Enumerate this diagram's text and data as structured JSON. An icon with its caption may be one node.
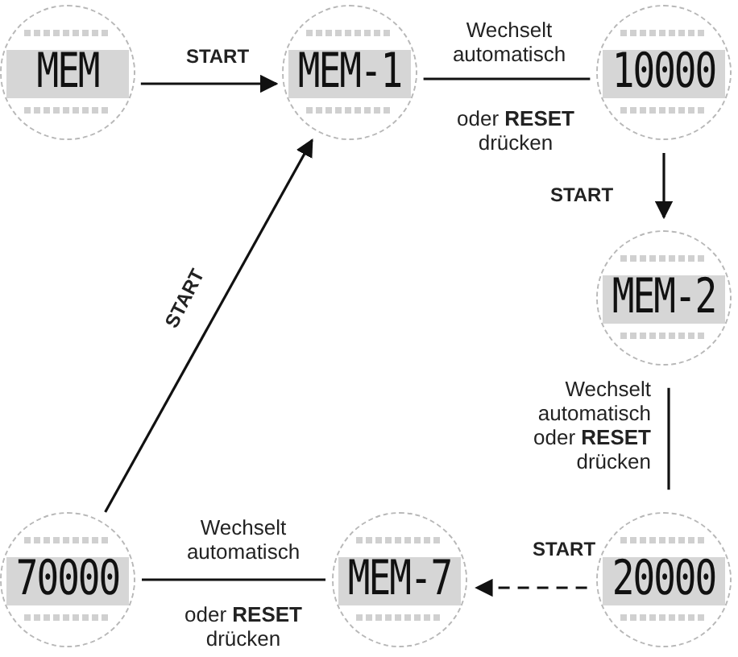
{
  "diagram": {
    "nodes": [
      {
        "text": [
          "MEM"
        ]
      },
      {
        "text": [
          "MEM-1"
        ]
      },
      {
        "text": [
          "10000"
        ]
      },
      {
        "text": [
          "MEM-2"
        ]
      },
      {
        "text": [
          "20000"
        ]
      },
      {
        "text": [
          "MEM-7"
        ]
      },
      {
        "text": [
          "70000"
        ]
      }
    ],
    "edges": [
      {
        "from": 0,
        "to": 1,
        "arrow": "to",
        "label": "START"
      },
      {
        "from": 1,
        "to": 2,
        "arrow": "none",
        "label": "Wechselt automatisch"
      },
      {
        "from": 2,
        "to": 3,
        "arrow": "to",
        "label": "START"
      },
      {
        "from": 3,
        "to": 4,
        "arrow": "none",
        "label": "Wechselt automatisch oder **RESET** drücken"
      },
      {
        "from": 4,
        "to": 5,
        "arrow": "to",
        "label": "START",
        "style": "dashed"
      },
      {
        "from": 5,
        "to": 6,
        "arrow": "none",
        "label": "Wechselt automatisch"
      },
      {
        "from": 6,
        "to": 1,
        "arrow": "to",
        "label": "START"
      }
    ],
    "labels": [
      "oder **RESET** drücken",
      "oder **RESET** drücken"
    ]
  }
}
